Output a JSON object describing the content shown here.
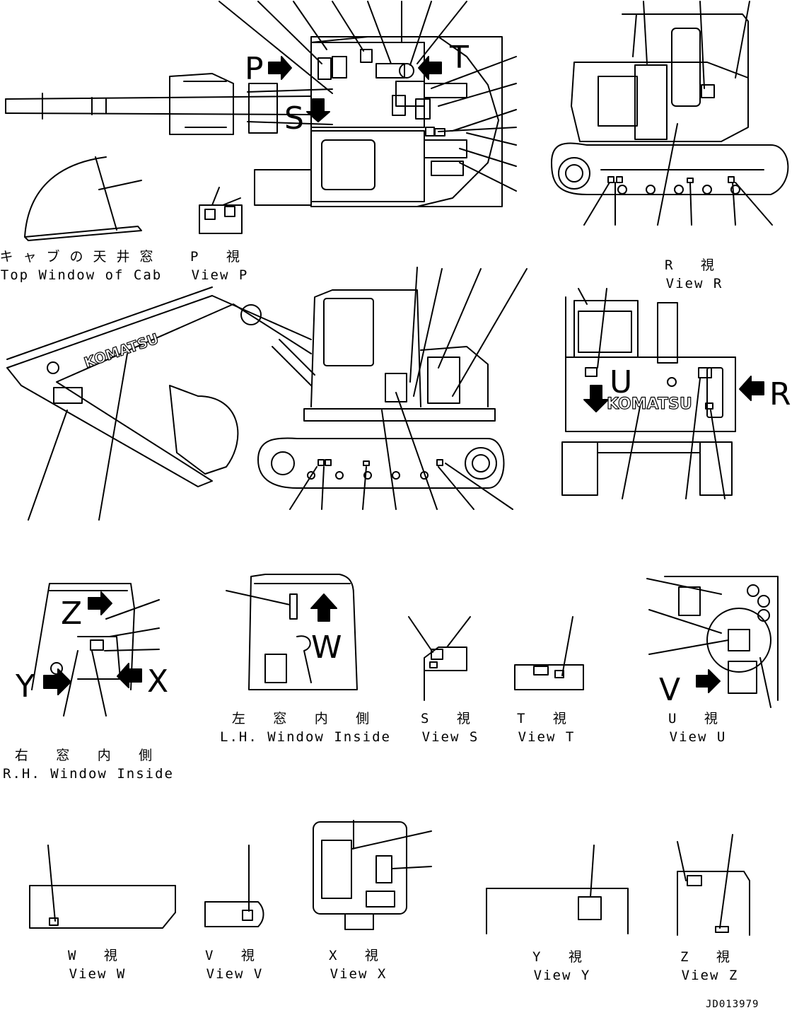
{
  "captions": {
    "top_window": {
      "jp": "キャブの天井窓",
      "en": "Top Window of Cab"
    },
    "view_p": {
      "jp": "P 視",
      "en": "View P"
    },
    "view_r": {
      "jp": "R 視",
      "en": "View R"
    },
    "lh_window": {
      "jp": "左 窓 内 側",
      "en": "L.H. Window Inside"
    },
    "rh_window": {
      "jp": "右 窓 内 側",
      "en": "R.H. Window Inside"
    },
    "view_s": {
      "jp": "S 視",
      "en": "View S"
    },
    "view_t": {
      "jp": "T 視",
      "en": "View T"
    },
    "view_u": {
      "jp": "U 視",
      "en": "View U"
    },
    "view_w": {
      "jp": "W 視",
      "en": "View W"
    },
    "view_v": {
      "jp": "V 視",
      "en": "View V"
    },
    "view_x": {
      "jp": "X 視",
      "en": "View X"
    },
    "view_y": {
      "jp": "Y 視",
      "en": "View Y"
    },
    "view_z": {
      "jp": "Z 視",
      "en": "View Z"
    }
  },
  "view_letters": {
    "p": "P",
    "t": "T",
    "s": "S",
    "u": "U",
    "r": "R",
    "z": "Z",
    "w": "W",
    "y": "Y",
    "x": "X",
    "v": "V"
  },
  "brand": "KOMATSU",
  "document_id": "JD013979"
}
